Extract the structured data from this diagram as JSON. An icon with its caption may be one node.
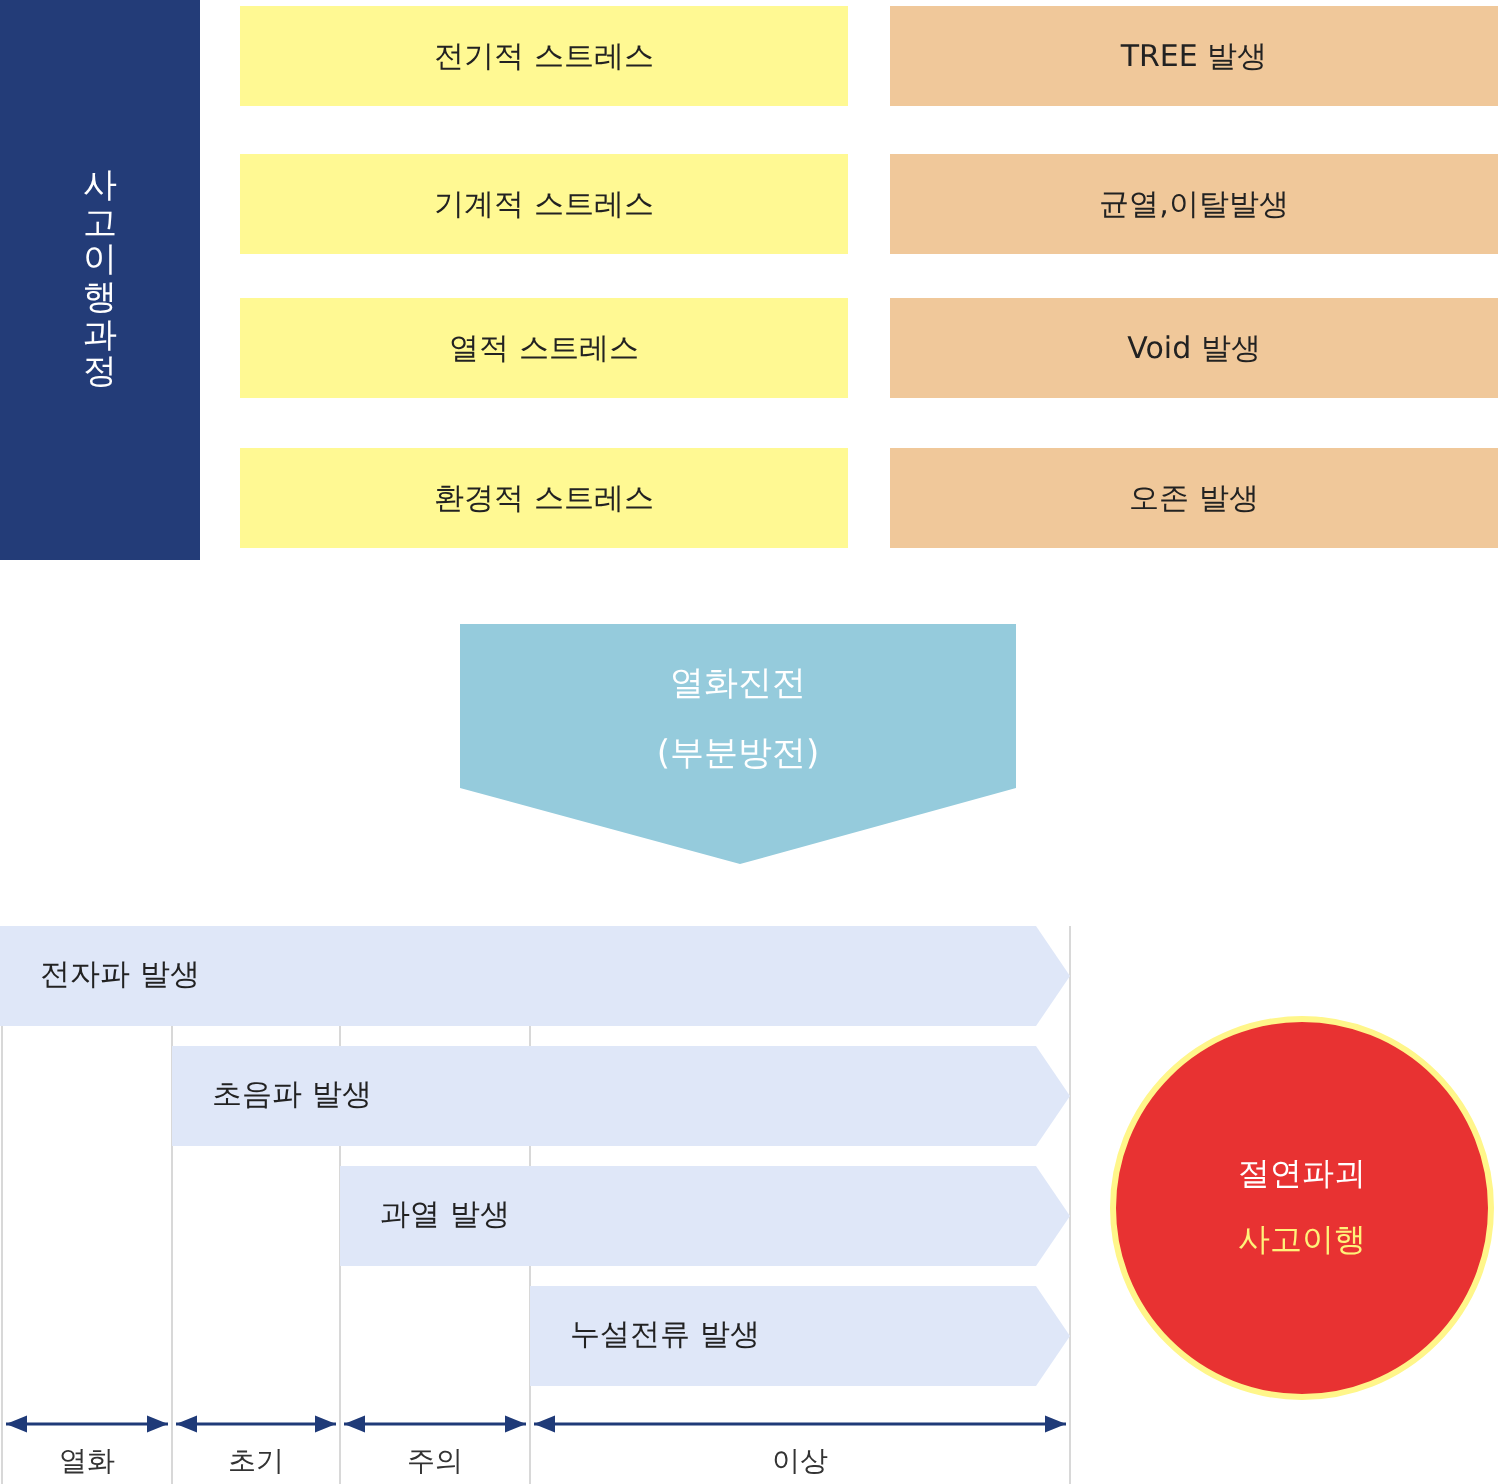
{
  "diagram": {
    "nodes": [
      {
        "text": [
          "사고이행과정"
        ]
      },
      {
        "text": [
          "전기적 스트레스"
        ]
      },
      {
        "text": [
          "TREE 발생"
        ]
      },
      {
        "text": [
          "기계적 스트레스"
        ]
      },
      {
        "text": [
          "균열,이탈발생"
        ]
      },
      {
        "text": [
          "열적 스트레스"
        ]
      },
      {
        "text": [
          "Void 발생"
        ]
      },
      {
        "text": [
          "환경적 스트레스"
        ]
      },
      {
        "text": [
          "오존 발생"
        ]
      },
      {
        "text": [
          "열화진전",
          "(부분방전)"
        ]
      },
      {
        "text": [
          "전자파 발생"
        ]
      },
      {
        "text": [
          "초음파 발생"
        ]
      },
      {
        "text": [
          "과열 발생"
        ]
      },
      {
        "text": [
          "누설전류 발생"
        ]
      },
      {
        "text": [
          "절연파괴",
          "사고이행"
        ]
      }
    ],
    "labels": [
      "열화",
      "초기",
      "주의",
      "이상"
    ]
  }
}
